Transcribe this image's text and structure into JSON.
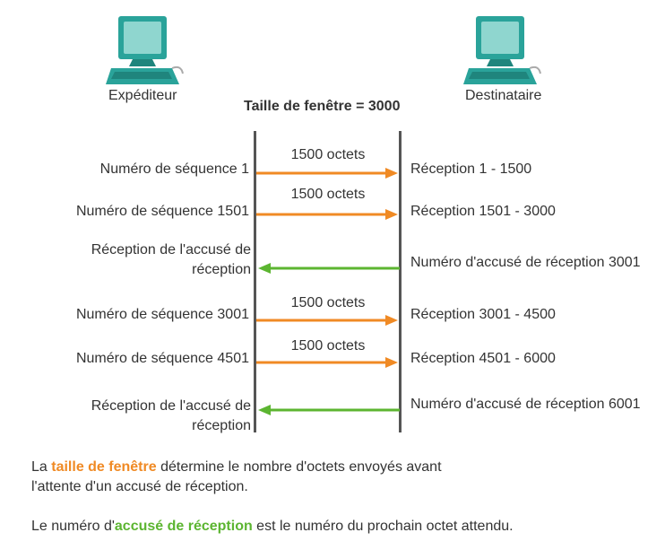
{
  "colors": {
    "orange": "#f08a24",
    "green": "#5cb531",
    "teal": "#2aa39a",
    "line": "#555555"
  },
  "sender": {
    "label": "Expéditeur",
    "icon": "computer-icon"
  },
  "receiver": {
    "label": "Destinataire",
    "icon": "computer-icon"
  },
  "window_title": "Taille de fenêtre = 3000",
  "rows": [
    {
      "left": "Numéro de séquence 1",
      "octets": "1500 octets",
      "right": "Réception 1 - 1500",
      "dir": "right"
    },
    {
      "left": "Numéro de séquence 1501",
      "octets": "1500 octets",
      "right": "Réception 1501 - 3000",
      "dir": "right"
    },
    {
      "left": "Réception de l'accusé de réception",
      "octets": "",
      "right": "Numéro d'accusé de réception 3001",
      "dir": "left"
    },
    {
      "left": "Numéro de séquence 3001",
      "octets": "1500 octets",
      "right": "Réception 3001 - 4500",
      "dir": "right"
    },
    {
      "left": "Numéro de séquence 4501",
      "octets": "1500 octets",
      "right": "Réception 4501 - 6000",
      "dir": "right"
    },
    {
      "left": "Réception de l'accusé de réception",
      "octets": "",
      "right": "Numéro d'accusé de réception 6001",
      "dir": "left"
    }
  ],
  "notes": {
    "n1_pre": "La ",
    "n1_hl": "taille de fenêtre",
    "n1_post": " détermine le nombre d'octets envoyés avant l'attente d'un accusé de réception.",
    "n2_pre": "Le numéro d'",
    "n2_hl": "accusé de réception",
    "n2_post": " est le numéro du prochain octet attendu."
  }
}
